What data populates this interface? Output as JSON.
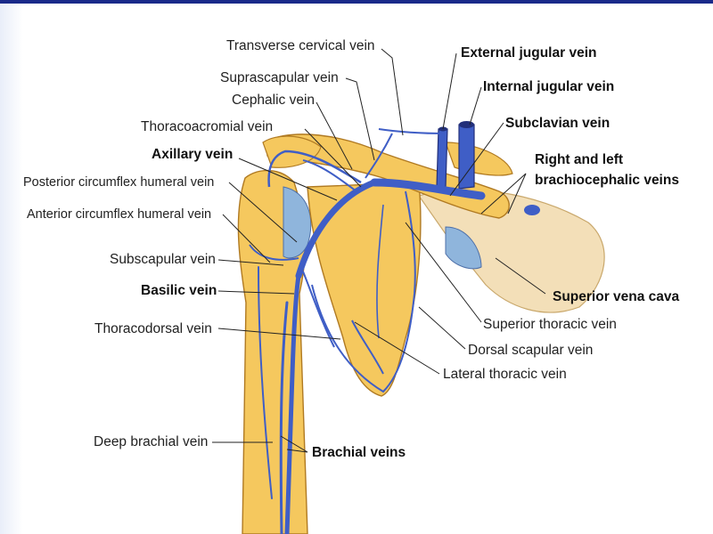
{
  "colors": {
    "bone": "#f5c85e",
    "bone_dark": "#d9a23a",
    "skin": "#f3dfb8",
    "vein": "#3f5ec6",
    "vein_dark": "#23307a",
    "cartilage": "#8fb5dc",
    "leader": "#222222"
  },
  "labels": {
    "transverse_cervical_vein": "Transverse cervical vein",
    "external_jugular_vein": "External jugular vein",
    "suprascapular_vein": "Suprascapular vein",
    "internal_jugular_vein": "Internal jugular vein",
    "cephalic_vein": "Cephalic vein",
    "subclavian_vein": "Subclavian vein",
    "thoracoacromial_vein": "Thoracoacromial vein",
    "axillary_vein": "Axillary vein",
    "right_and_left": "Right and left",
    "brachiocephalic_veins": "brachiocephalic veins",
    "posterior_circumflex_humeral_vein": "Posterior circumflex humeral vein",
    "anterior_circumflex_humeral_vein": "Anterior circumflex humeral vein",
    "subscapular_vein": "Subscapular vein",
    "basilic_vein": "Basilic vein",
    "superior_vena_cava": "Superior vena cava",
    "superior_thoracic_vein": "Superior thoracic vein",
    "thoracodorsal_vein": "Thoracodorsal vein",
    "dorsal_scapular_vein": "Dorsal scapular vein",
    "lateral_thoracic_vein": "Lateral thoracic vein",
    "deep_brachial_vein": "Deep brachial vein",
    "brachial_veins": "Brachial veins"
  }
}
